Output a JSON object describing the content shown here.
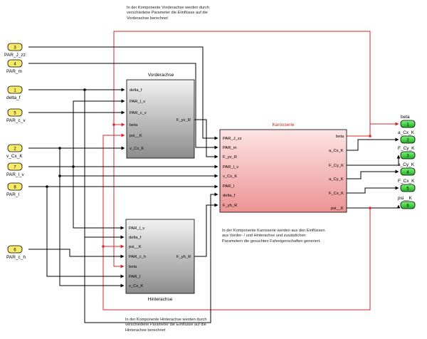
{
  "notes": {
    "top": "In der Komponente Vorderachse werden durch\nverschiedene Parameter die Eiinflüsse auf die\nVorderachse berechnet",
    "mid": "In der Komponente Karosserie werden aus den Einflüssen\naus Vorder- / und Hinterachse und zusätzlichen\nParametern die gesuchten Fahreigenschaften generiert.",
    "bottom": "In der Komponente Hinterachse werden durch\nverschiedene Parameter die Eiinflüsse auf die\nHinterachse berechnet"
  },
  "inports": [
    {
      "num": "3",
      "label": "PAR_J_zz"
    },
    {
      "num": "4",
      "label": "PAR_m"
    },
    {
      "num": "1",
      "label": "delta_f"
    },
    {
      "num": "5",
      "label": "PAR_c_v"
    },
    {
      "num": "2",
      "label": "v_Cx_K"
    },
    {
      "num": "7",
      "label": "PAR_l_v"
    },
    {
      "num": "8",
      "label": "PAR_l"
    },
    {
      "num": "6",
      "label": "PAR_c_h"
    }
  ],
  "outports": [
    {
      "num": "1",
      "label": "beta"
    },
    {
      "num": "2",
      "label": "a_Cx_K"
    },
    {
      "num": "3",
      "label": "F_Cy_K"
    },
    {
      "num": "4",
      "label": "a_Cy_K"
    },
    {
      "num": "5",
      "label": "F_Cx_K"
    },
    {
      "num": "6",
      "label": "psi__K"
    }
  ],
  "blocks": {
    "vorderachse": {
      "title": "Vorderachse",
      "inputs": [
        "delta_f",
        "PAR_l_v",
        "PAR_c_v",
        "beta",
        "psi__K",
        "v_Cx_K"
      ],
      "outputs": [
        "F_yv_R"
      ]
    },
    "karosserie": {
      "title": "Karosserie",
      "inputs": [
        "PAR_J_zz",
        "PAR_m",
        "F_yv_R",
        "PAR_l_v",
        "v_Cx_K",
        "PAR_l",
        "delta_f",
        "F_yh_R"
      ],
      "outputs": [
        "beta",
        "a_Cx_K",
        "F_Cy_K",
        "a_Cy_K",
        "F_Cx_K",
        "psi__K"
      ]
    },
    "hinterachse": {
      "title": "Hinterachse",
      "inputs": [
        "PAR_l_v",
        "delta_f",
        "psi__K",
        "PAR_c_h",
        "beta",
        "PAR_l",
        "v_Cx_K"
      ],
      "outputs": [
        "F_yh_R"
      ]
    }
  },
  "colors": {
    "signal": "#000000",
    "feedback": "#d9252b",
    "inport_fill": "#f6ec6a",
    "outport_fill": "#3ed13e",
    "karosserie_fill": "#f3b1b1",
    "karosserie_title": "#e2231a"
  }
}
